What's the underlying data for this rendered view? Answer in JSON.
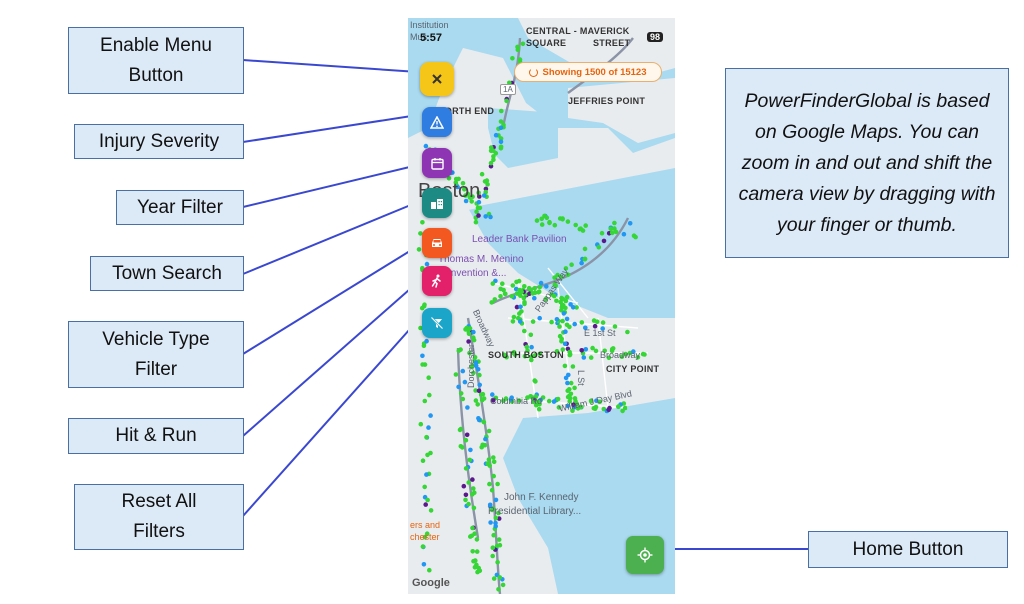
{
  "callouts": {
    "enable_menu": "Enable Menu\nButton",
    "injury_severity": "Injury Severity",
    "year_filter": "Year Filter",
    "town_search": "Town Search",
    "vehicle_type": "Vehicle Type\nFilter",
    "hit_run": "Hit & Run",
    "reset_filters": "Reset All\nFilters",
    "home_button": "Home Button"
  },
  "note": "PowerFinderGlobal is based on Google Maps. You can zoom in and out and shift the camera view by dragging with your finger or thumb.",
  "phone": {
    "status_time": "5:57",
    "battery": "98",
    "showing_pill": "Showing 1500 of 15123",
    "map_labels": {
      "institution": "Institution",
      "museum": "Mus",
      "central_maverick_1": "CENTRAL - MAVERICK",
      "central_maverick_2": "SQUARE",
      "street": "STREET",
      "jeffries_point": "JEFFRIES POINT",
      "north_end": "NORTH END",
      "boston": "Boston",
      "leader_bank": "Leader Bank Pavilion",
      "menino_1": "Thomas M. Menino",
      "menino_2": "Convention &...",
      "pappas_way": "Pappas Way",
      "broadway": "Broadway",
      "e_1st_st": "E 1st St",
      "south_boston": "SOUTH BOSTON",
      "broadway_2": "Broadway",
      "l_st": "L St",
      "city_point": "CITY POINT",
      "columbia_rd": "Columbia Rd",
      "william_j_day": "William J Day Blvd",
      "dorchester": "Dorchester",
      "jfk_1": "John F. Kennedy",
      "jfk_2": "Presidential Library...",
      "ers_and": "ers and",
      "chester": "chester",
      "route_1a": "1A",
      "google": "Google"
    },
    "icons": {
      "enable_menu": "close-icon",
      "injury_severity": "warning-icon",
      "year_filter": "calendar-icon",
      "town_search": "town-icon",
      "vehicle_type": "car-icon",
      "hit_run": "runner-icon",
      "reset_filters": "filter-off-icon",
      "home": "locate-icon"
    },
    "colors": {
      "enable_menu": "#f5c518",
      "injury_severity": "#2f7de1",
      "year_filter": "#8e35b3",
      "town_search": "#1d8a84",
      "vehicle_type": "#f2581f",
      "hit_run": "#e3216a",
      "reset_filters": "#1aa5c9",
      "home": "#4caf50",
      "water": "#aadaf0",
      "land": "#e9ecef",
      "dot_green": "#35d635",
      "dot_blue": "#2196f3",
      "dot_purple": "#5b1a8c",
      "pill_text": "#e5640f",
      "callout_fill": "#dce9f7",
      "arrow": "#3a48d0"
    }
  }
}
